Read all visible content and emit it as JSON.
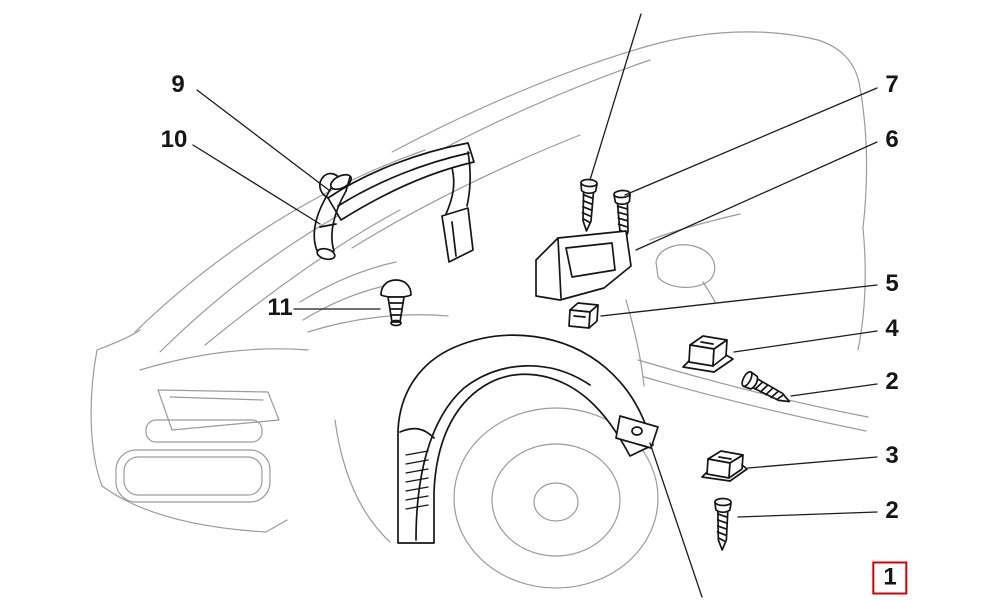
{
  "figure_alt": "Exploded line-drawing parts diagram of a car front end showing the wheel-arch liner, cowl trim strip, drain hose, grommet, mounting bracket, clips and screws with numbered callouts",
  "colors": {
    "background": "#ffffff",
    "part_line": "#151515",
    "car_sketch_line": "#9b9b9b",
    "leader_line": "#1c1c1c",
    "callout_text": "#161616",
    "highlight_box": "#d40000"
  },
  "callouts": [
    {
      "label": "9",
      "highlighted": false
    },
    {
      "label": "10",
      "highlighted": false
    },
    {
      "label": "11",
      "highlighted": false
    },
    {
      "label": "7",
      "highlighted": false
    },
    {
      "label": "6",
      "highlighted": false
    },
    {
      "label": "5",
      "highlighted": false
    },
    {
      "label": "4",
      "highlighted": false
    },
    {
      "label": "2",
      "highlighted": false
    },
    {
      "label": "3",
      "highlighted": false
    },
    {
      "label": "2",
      "highlighted": false
    },
    {
      "label": "1",
      "highlighted": true
    }
  ]
}
